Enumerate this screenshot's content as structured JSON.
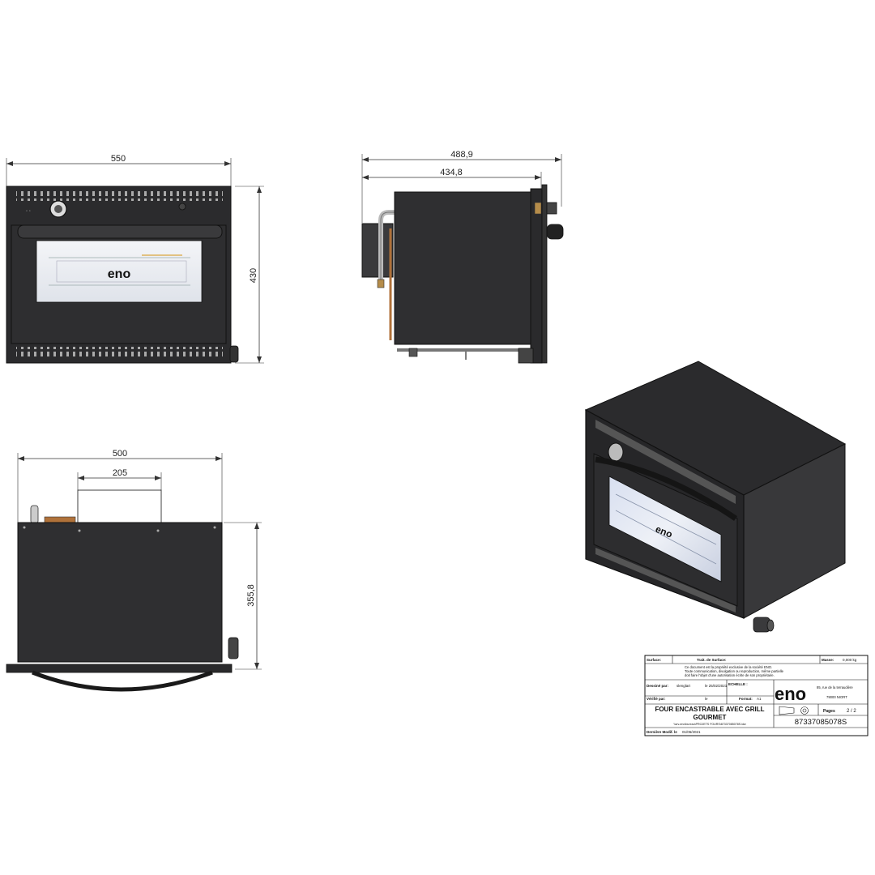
{
  "dimensions": {
    "front_width": "550",
    "front_height": "430",
    "side_total_depth": "488,9",
    "side_body_depth": "434,8",
    "top_width": "500",
    "top_box_width": "205",
    "top_depth": "355,8"
  },
  "logo_text": "eno",
  "title_block": {
    "surface_label": "Surface:",
    "treatment_label": "Trait. de Surface:",
    "mass_label": "Masse:",
    "mass_value": "0,000 kg",
    "property_line1": "Ce document est la propriété exclusive de la société ENO.",
    "property_line2": "Toute communication, divulgation ou reproduction, même partielle",
    "property_line3": "doit faire l'objet d'une autorisation écrite de son propriétaire.",
    "drawn_by_label": "Dessiné par:",
    "drawn_by_value": "slenglart",
    "drawn_date": "le 25/02/2021",
    "scale_label": "ECHELLE :",
    "checked_by_label": "Vérifié par:",
    "checked_date_label": "le",
    "format_label": "Format:",
    "format_value": "A1",
    "address_line1": "85, rue de la terraudière",
    "address_line2": "79000 NIORT",
    "title_line1": "FOUR ENCASTRABLE AVEC GRILL",
    "title_line2": "GOURMET",
    "file_path": "\\\\srv-eno\\bureau\\PROJETS FOURS\\87337085078S.idw",
    "pages_label": "Pages",
    "pages_value": "2 / 2",
    "part_number": "87337085078S",
    "last_modified_label": "Dernière Modif. le",
    "last_modified_value": "01/06/2021"
  }
}
